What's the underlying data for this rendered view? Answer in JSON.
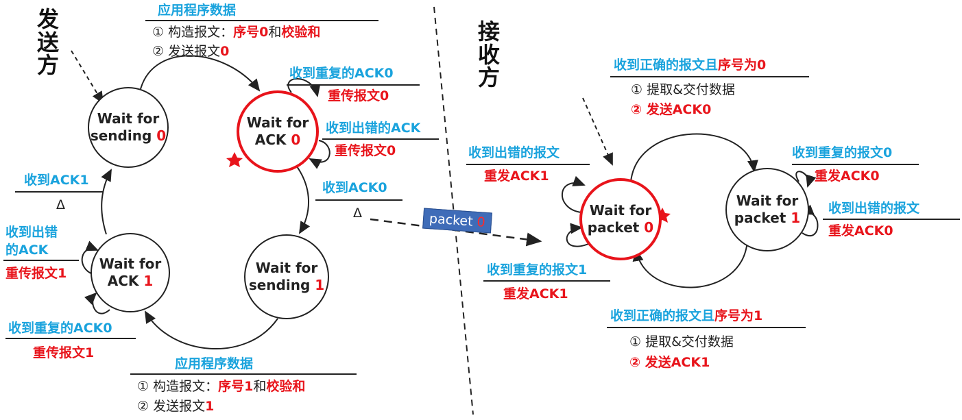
{
  "sender": {
    "side_label": [
      "发",
      "送",
      "方"
    ],
    "states": {
      "wait_send0": {
        "line1": "Wait for",
        "word": "sending",
        "num": "0"
      },
      "wait_ack0": {
        "line1": "Wait for",
        "word": "ACK",
        "num": "0"
      },
      "wait_send1": {
        "line1": "Wait for",
        "word": "sending",
        "num": "1"
      },
      "wait_ack1": {
        "line1": "Wait for",
        "word": "ACK",
        "num": "1"
      }
    },
    "top_event": "应用程序数据",
    "top_action1_pre": "① 构造报文：",
    "top_action1_red1": "序号0",
    "top_action1_mid": "和",
    "top_action1_red2": "校验和",
    "top_action2_pre": "② 发送报文",
    "top_action2_num": "0",
    "dup_ack0_event": "收到重复的ACK0",
    "dup_ack0_action": "重传报文0",
    "err_ack_event": "收到出错的ACK",
    "err_ack_action": "重传报文0",
    "recv_ack0_event": "收到ACK0",
    "recv_ack0_action": "Δ",
    "recv_ack1_event": "收到ACK1",
    "recv_ack1_action": "Δ",
    "err_ack1_event_l1": "收到出错",
    "err_ack1_event_l2": "的ACK",
    "err_ack1_action": "重传报文1",
    "dup_ack0_b_event": "收到重复的ACK0",
    "dup_ack0_b_action": "重传报文1",
    "bottom_event": "应用程序数据",
    "bottom_action1_pre": "① 构造报文：",
    "bottom_action1_red1": "序号1",
    "bottom_action1_mid": "和",
    "bottom_action1_red2": "校验和",
    "bottom_action2_pre": "② 发送报文",
    "bottom_action2_num": "1"
  },
  "packet": {
    "label": "packet",
    "num": "0"
  },
  "receiver": {
    "side_label": [
      "接",
      "收",
      "方"
    ],
    "states": {
      "wait_pkt0": {
        "line1": "Wait for",
        "word": "packet",
        "num": "0"
      },
      "wait_pkt1": {
        "line1": "Wait for",
        "word": "packet",
        "num": "1"
      }
    },
    "top_event_pre": "收到正确的报文且",
    "top_event_red": "序号为0",
    "top_action1": "① 提取&交付数据",
    "top_action2": "② 发送ACK0",
    "err_pkt_event": "收到出错的报文",
    "err_pkt_action": "重发ACK1",
    "dup_pkt1_event": "收到重复的报文1",
    "dup_pkt1_action": "重发ACK1",
    "dup_pkt0_event": "收到重复的报文0",
    "dup_pkt0_action": "重发ACK0",
    "err_pkt_r_event": "收到出错的报文",
    "err_pkt_r_action": "重发ACK0",
    "bottom_event_pre": "收到正确的报文且",
    "bottom_event_red": "序号为1",
    "bottom_action1": "① 提取&交付数据",
    "bottom_action2": "② 发送ACK1"
  },
  "colors": {
    "event": "#1aa3dd",
    "action": "#e8141b",
    "active_border": "#e8141b"
  }
}
